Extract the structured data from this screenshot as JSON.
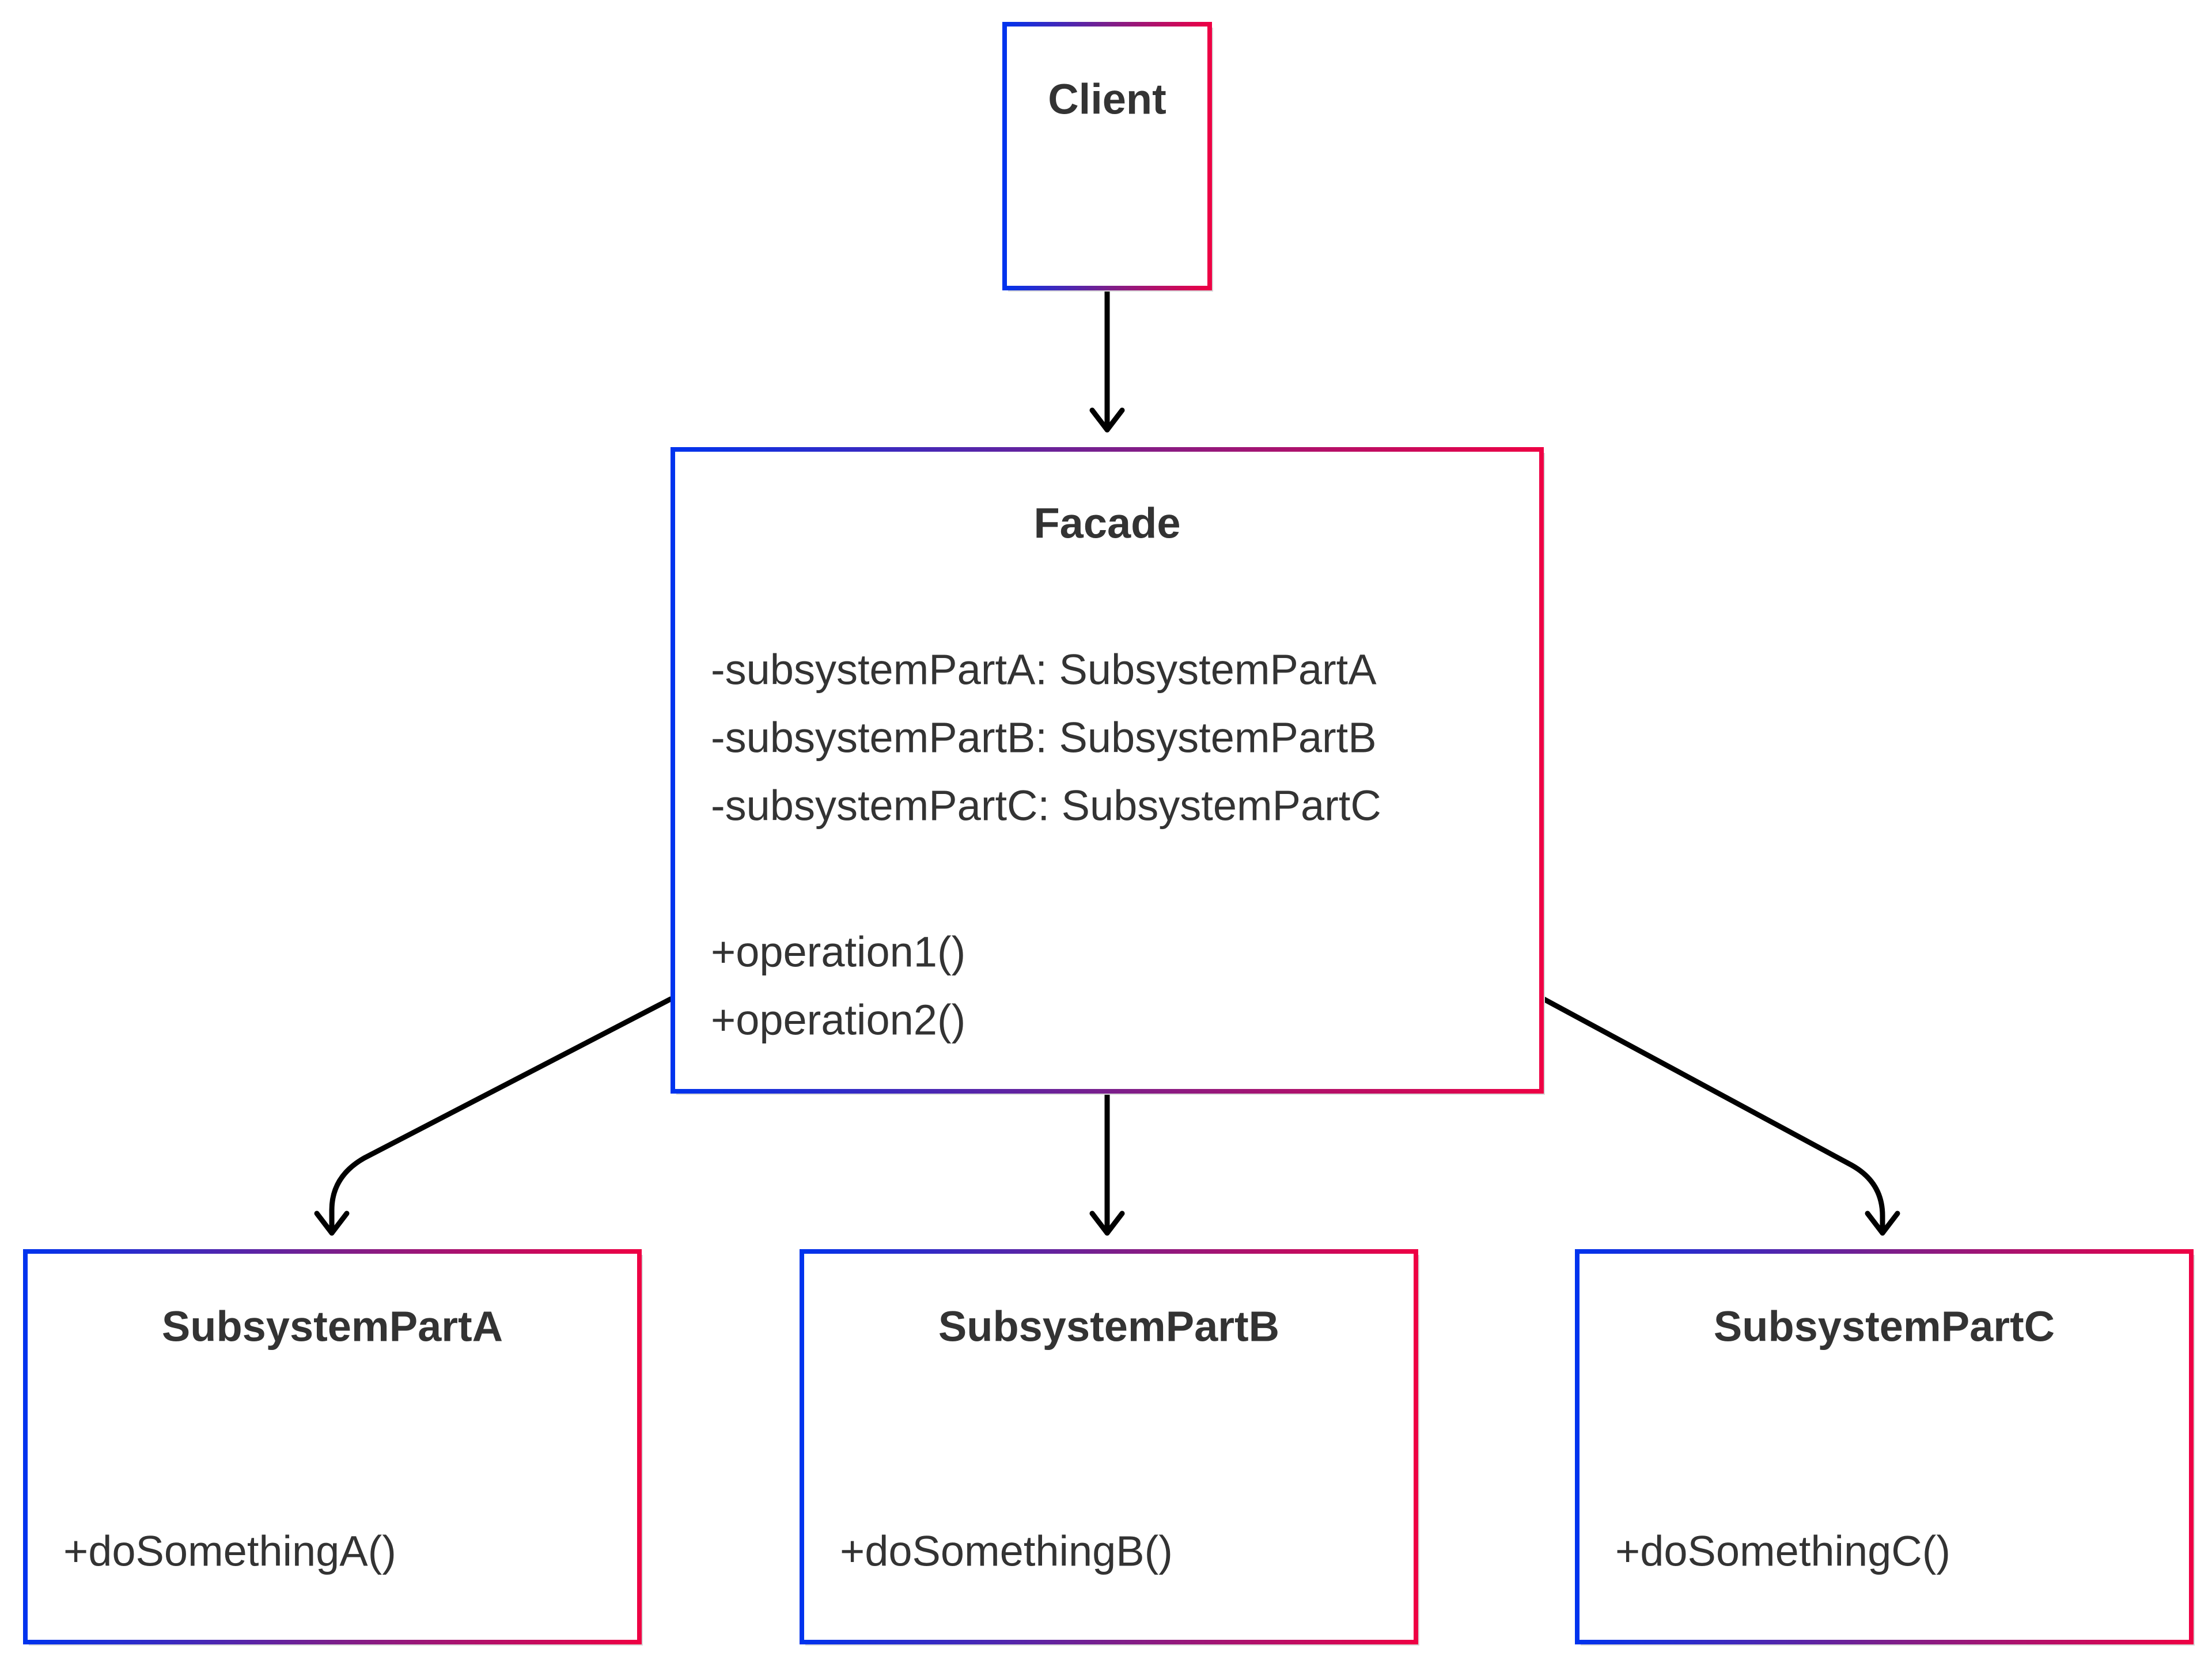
{
  "diagram": {
    "type": "uml-class-diagram",
    "border_gradient": [
      "#0033ee",
      "#7a1f8c",
      "#ee0044"
    ],
    "classes": [
      {
        "id": "client",
        "name": "Client",
        "attributes": [],
        "methods": []
      },
      {
        "id": "facade",
        "name": "Facade",
        "attributes": [
          "-subsystemPartA: SubsystemPartA",
          "-subsystemPartB: SubsystemPartB",
          "-subsystemPartC: SubsystemPartC"
        ],
        "methods": [
          "+operation1()",
          "+operation2()"
        ]
      },
      {
        "id": "subsystemparta",
        "name": "SubsystemPartA",
        "attributes": [],
        "methods": [
          "+doSomethingA()"
        ]
      },
      {
        "id": "subsystempartb",
        "name": "SubsystemPartB",
        "attributes": [],
        "methods": [
          "+doSomethingB()"
        ]
      },
      {
        "id": "subsystempartc",
        "name": "SubsystemPartC",
        "attributes": [],
        "methods": [
          "+doSomethingC()"
        ]
      }
    ],
    "relations": [
      {
        "from": "client",
        "to": "facade",
        "type": "association"
      },
      {
        "from": "facade",
        "to": "subsystemparta",
        "type": "association"
      },
      {
        "from": "facade",
        "to": "subsystempartb",
        "type": "association"
      },
      {
        "from": "facade",
        "to": "subsystempartc",
        "type": "association"
      }
    ]
  }
}
